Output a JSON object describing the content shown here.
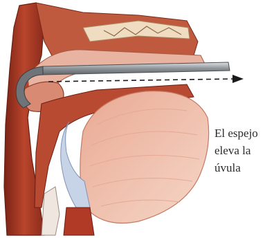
{
  "caption": {
    "lines": [
      "El espejo",
      "eleva la",
      "úvula"
    ]
  },
  "colors": {
    "background": "#ffffff",
    "muscle_dark": "#8a2a1c",
    "muscle": "#b84a32",
    "mucosa_pink": "#e8b3a0",
    "tongue_light": "#f2cdbd",
    "bone_cream": "#f0dcc0",
    "airway_blue": "#c7d3e6",
    "mirror_steel": "#8f9499",
    "arrow": "#1a1a1a"
  }
}
